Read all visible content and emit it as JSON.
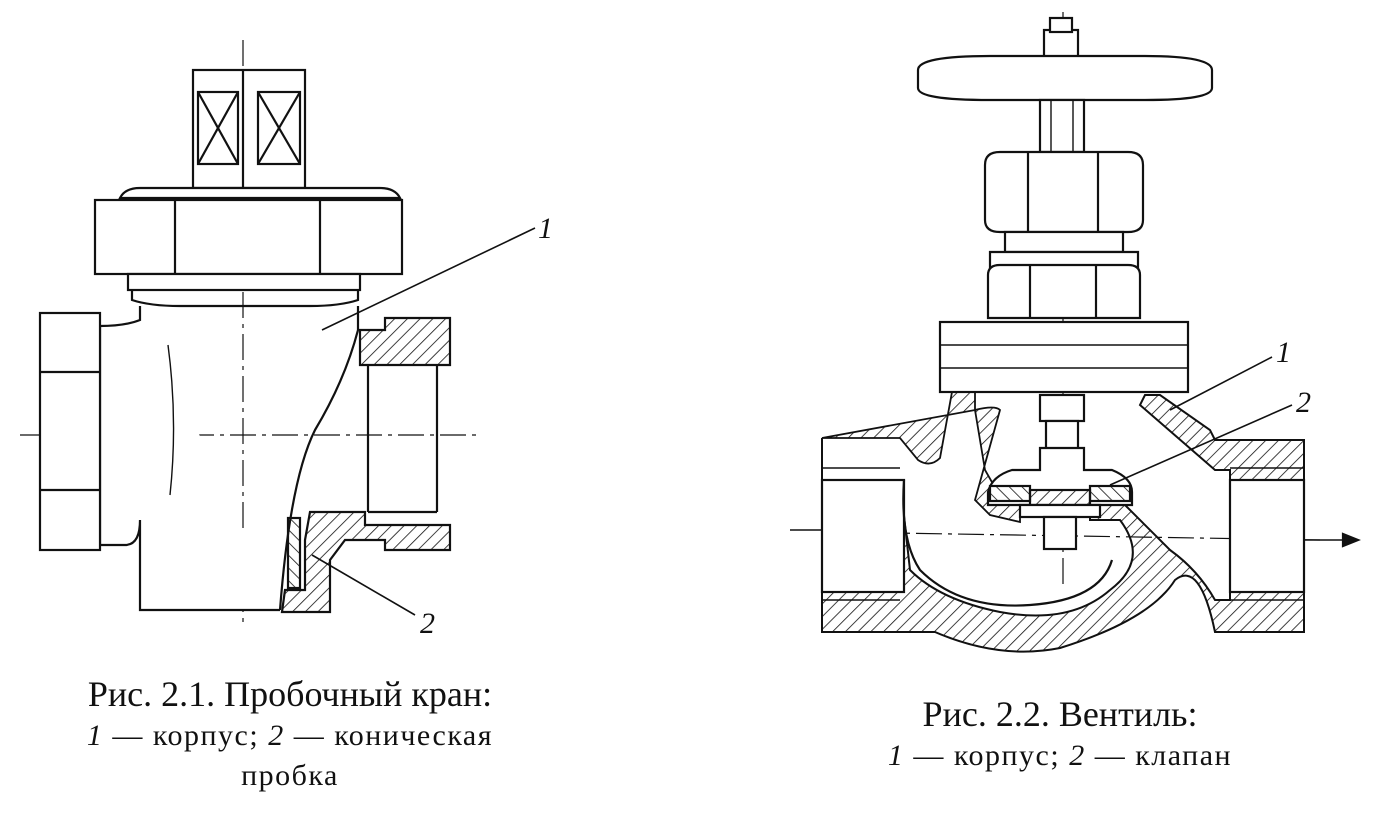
{
  "fig1": {
    "title": "Рис. 2.1. Пробочный кран:",
    "legend": [
      {
        "num": "1",
        "text": " — корпус; "
      },
      {
        "num": "2",
        "text": " — коническая"
      }
    ],
    "legend_line2": "пробка",
    "labels": {
      "one": "1",
      "two": "2"
    }
  },
  "fig2": {
    "title": "Рис. 2.2. Вентиль:",
    "legend": [
      {
        "num": "1",
        "text": " — корпус; "
      },
      {
        "num": "2",
        "text": " — клапан"
      }
    ],
    "labels": {
      "one": "1",
      "two": "2"
    }
  }
}
